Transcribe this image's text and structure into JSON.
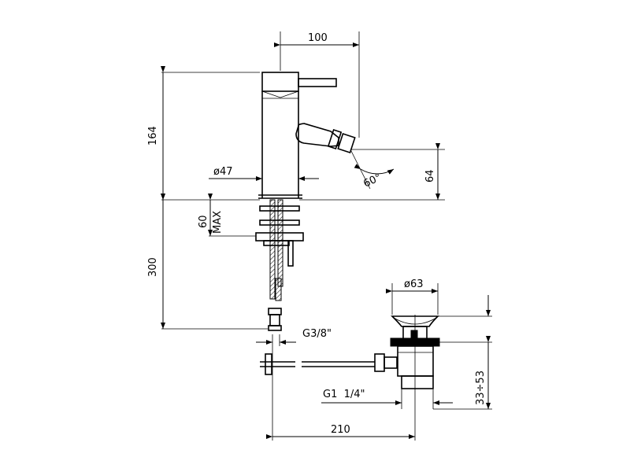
{
  "dimensions": {
    "reach": "100",
    "height": "164",
    "diameter_body": "ø47",
    "max_label": "MAX",
    "max_value": "60",
    "hose_length": "300",
    "connection": "G3/8\"",
    "angle": "60°",
    "outlet_height": "64",
    "waste_diameter": "ø63",
    "waste_thread": "G1  1/4\"",
    "waste_range": "33÷53",
    "spacing": "210"
  }
}
